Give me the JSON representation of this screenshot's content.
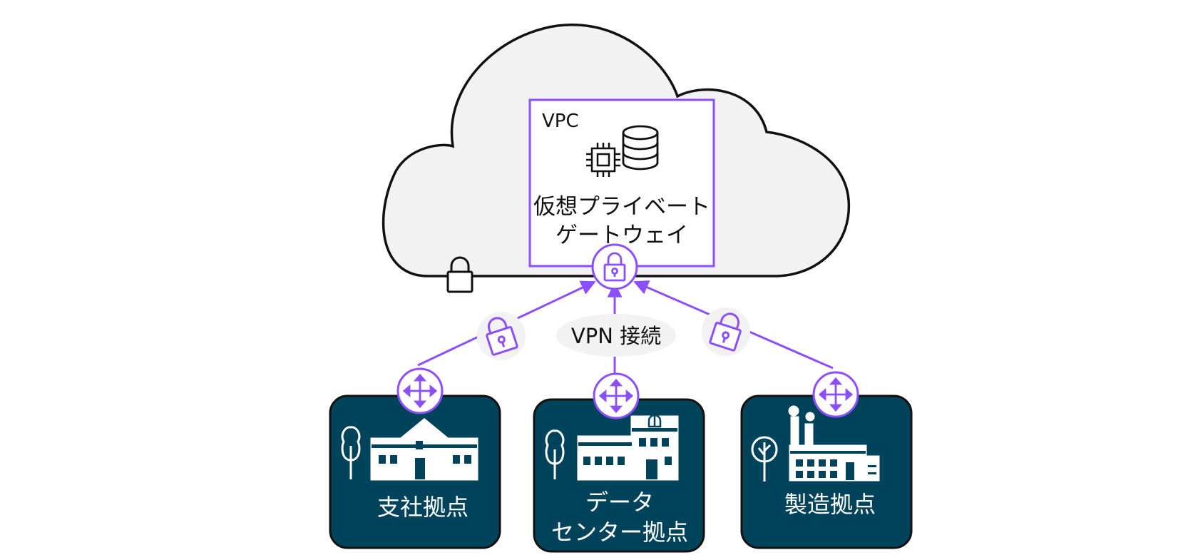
{
  "vpc": {
    "label": "VPC",
    "gateway_line1": "仮想プライベート",
    "gateway_line2": "ゲートウェイ"
  },
  "connection": {
    "label": "VPN 接続"
  },
  "sites": [
    {
      "label_line1": "支社拠点",
      "label_line2": ""
    },
    {
      "label_line1": "データ",
      "label_line2": "センター拠点"
    },
    {
      "label_line1": "製造拠点",
      "label_line2": ""
    }
  ],
  "colors": {
    "accent": "#8C4FFF",
    "site_fill": "#01435A",
    "cloud_fill": "#F2F2F3",
    "outline": "#111111"
  },
  "icons": [
    "cloud-icon",
    "padlock-icon",
    "chip-icon",
    "database-icon",
    "vpn-gateway-icon",
    "router-icon",
    "tree-icon",
    "office-building-icon",
    "datacenter-building-icon",
    "factory-icon"
  ]
}
